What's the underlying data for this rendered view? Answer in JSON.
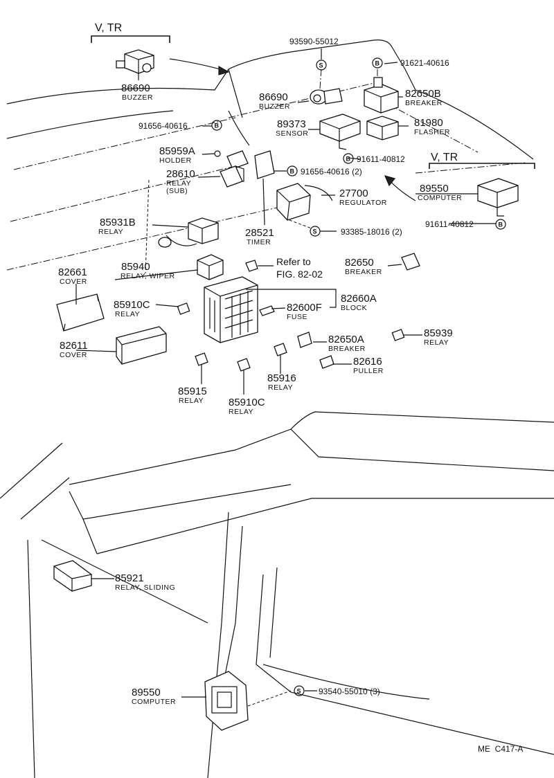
{
  "diagram": {
    "code": "ME  C417-A",
    "variant_labels": [
      "V, TR",
      "V, TR"
    ],
    "reference": {
      "line1": "Refer to",
      "line2": "FIG. 82-02"
    },
    "fastener_badges": {
      "bolt": "B",
      "screw": "S"
    },
    "parts": [
      {
        "number": "86690",
        "name": "BUZZER"
      },
      {
        "number": "93590-55012",
        "name": ""
      },
      {
        "number": "91621-40616",
        "name": ""
      },
      {
        "number": "86690",
        "name": "BUZZER"
      },
      {
        "number": "82650B",
        "name": "BREAKER"
      },
      {
        "number": "91656-40616",
        "name": ""
      },
      {
        "number": "89373",
        "name": "SENSOR"
      },
      {
        "number": "81980",
        "name": "FLASHER"
      },
      {
        "number": "85959A",
        "name": "HOLDER"
      },
      {
        "number": "91611-40812",
        "name": ""
      },
      {
        "number": "28610",
        "name": "RELAY",
        "sub": "(SUB)"
      },
      {
        "number": "91656-40616 (2)",
        "name": ""
      },
      {
        "number": "27700",
        "name": "REGULATOR"
      },
      {
        "number": "89550",
        "name": "COMPUTER"
      },
      {
        "number": "91611-40812",
        "name": ""
      },
      {
        "number": "85931B",
        "name": "RELAY"
      },
      {
        "number": "28521",
        "name": "TIMER"
      },
      {
        "number": "93385-18016 (2)",
        "name": ""
      },
      {
        "number": "85940",
        "name": "RELAY, WIPER"
      },
      {
        "number": "82650",
        "name": "BREAKER"
      },
      {
        "number": "82661",
        "name": "COVER"
      },
      {
        "number": "82660A",
        "name": "BLOCK"
      },
      {
        "number": "85910C",
        "name": "RELAY"
      },
      {
        "number": "82600F",
        "name": "FUSE"
      },
      {
        "number": "85939",
        "name": "RELAY"
      },
      {
        "number": "82611",
        "name": "COVER"
      },
      {
        "number": "82650A",
        "name": "BREAKER"
      },
      {
        "number": "82616",
        "name": "PULLER"
      },
      {
        "number": "85916",
        "name": "RELAY"
      },
      {
        "number": "85915",
        "name": "RELAY"
      },
      {
        "number": "85910C",
        "name": "RELAY"
      },
      {
        "number": "85921",
        "name": "RELAY, SLIDING"
      },
      {
        "number": "89550",
        "name": "COMPUTER"
      },
      {
        "number": "93540-55010 (3)",
        "name": ""
      }
    ]
  }
}
